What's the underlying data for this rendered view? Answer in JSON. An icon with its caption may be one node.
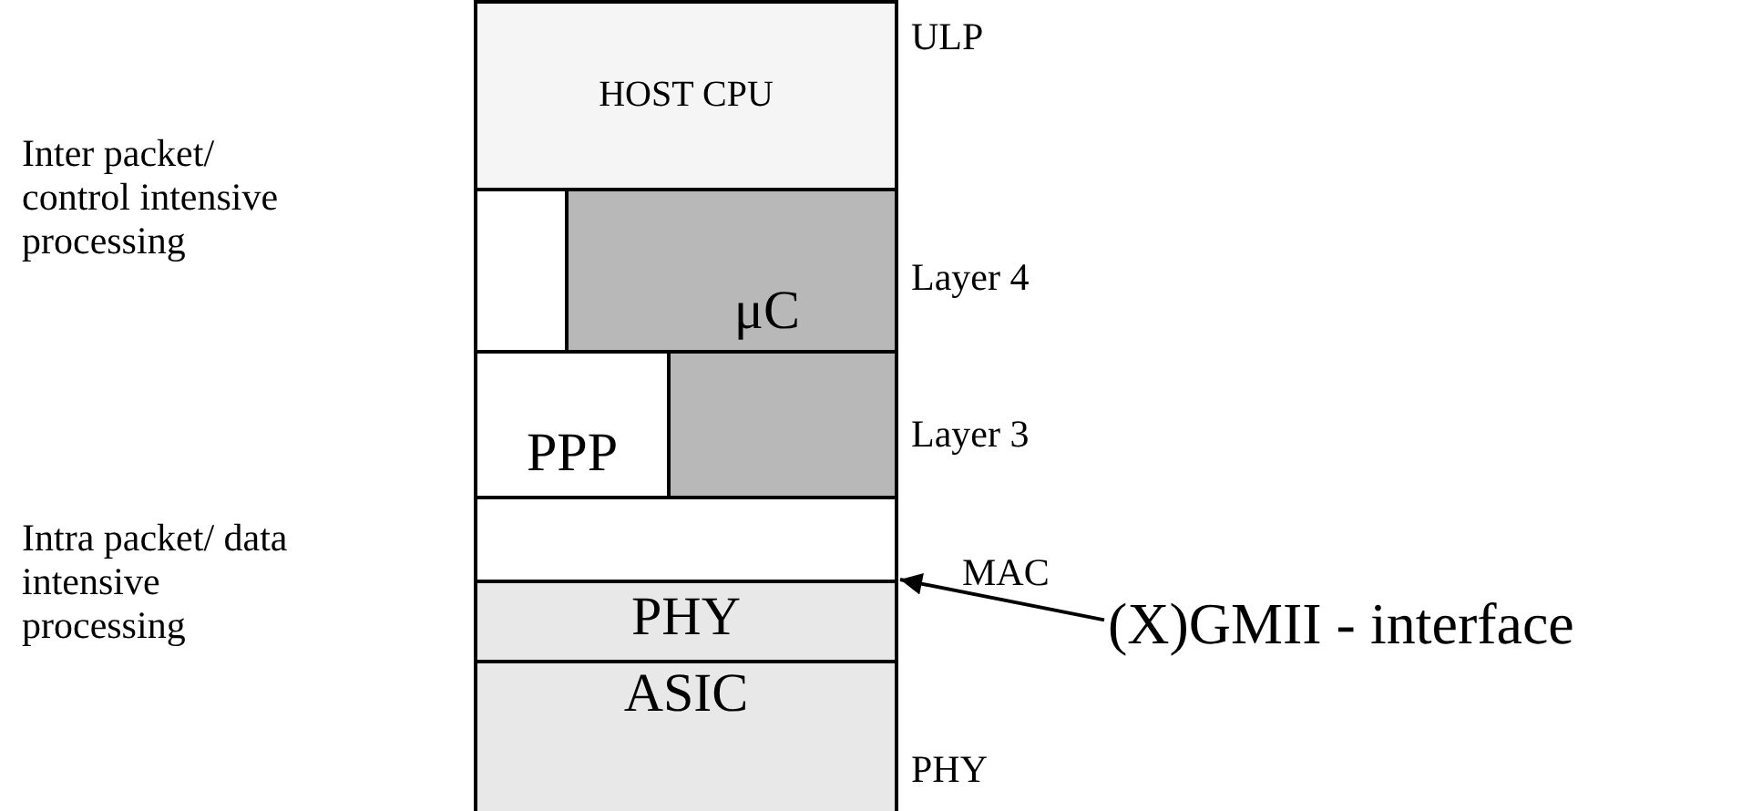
{
  "diagram": {
    "nodes": [
      {
        "text": [
          "HOST CPU"
        ]
      },
      {
        "text": [],
        "shape": "box"
      },
      {
        "text": [
          "μC"
        ]
      },
      {
        "text": [
          "PPP"
        ]
      },
      {
        "text": [],
        "shape": "box"
      },
      {
        "text": [],
        "shape": "box"
      },
      {
        "text": [
          "PHY"
        ]
      },
      {
        "text": [
          "ASIC"
        ]
      },
      {
        "text": [
          "(X)GMII - interface"
        ]
      }
    ],
    "edges": [
      {
        "from": 8,
        "to": 6,
        "arrow": "to"
      }
    ],
    "labels": [
      "ULP",
      "Inter packet/ control intensive processing",
      "Layer 4",
      "Layer 3",
      "Intra packet/ data intensive processing",
      "MAC",
      "PHY"
    ]
  }
}
